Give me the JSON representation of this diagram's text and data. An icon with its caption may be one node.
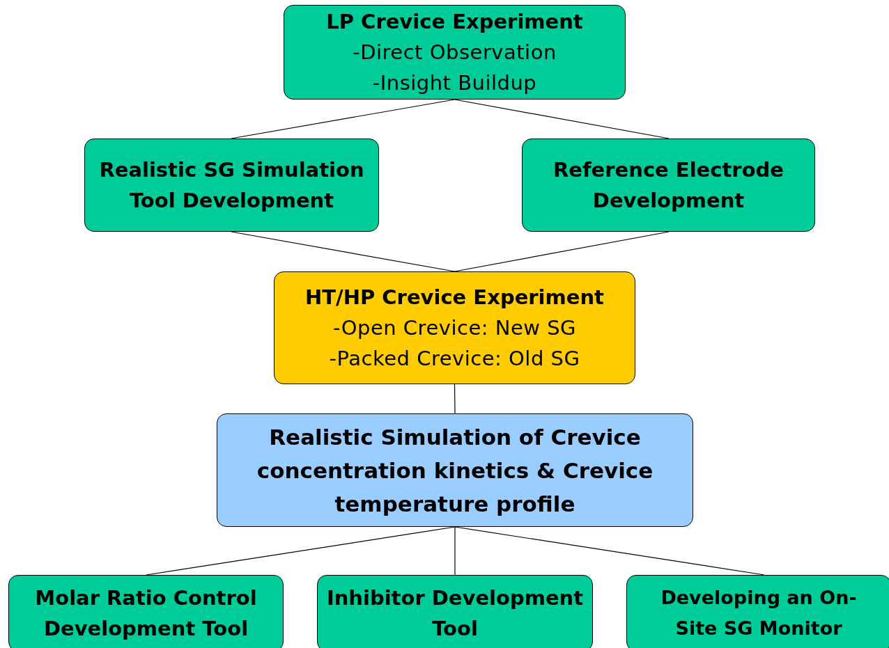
{
  "diagram": {
    "nodes": [
      {
        "text": [
          "LP Crevice Experiment",
          "-Direct Observation",
          "-Insight Buildup"
        ]
      },
      {
        "text": [
          "Realistic SG Simulation Tool Development"
        ]
      },
      {
        "text": [
          "Reference Electrode Development"
        ]
      },
      {
        "text": [
          "HT/HP Crevice Experiment",
          "-Open Crevice: New SG",
          "-Packed Crevice: Old SG"
        ]
      },
      {
        "text": [
          "Realistic Simulation of Crevice concentration kinetics & Crevice temperature profile"
        ]
      },
      {
        "text": [
          "Molar Ratio Control Development Tool"
        ]
      },
      {
        "text": [
          "Inhibitor Development Tool"
        ]
      },
      {
        "text": [
          "Developing an On-Site SG Monitor"
        ]
      }
    ],
    "edges": [
      {
        "from": 0,
        "to": 1,
        "arrow": "none"
      },
      {
        "from": 0,
        "to": 2,
        "arrow": "none"
      },
      {
        "from": 1,
        "to": 3,
        "arrow": "none"
      },
      {
        "from": 2,
        "to": 3,
        "arrow": "none"
      },
      {
        "from": 3,
        "to": 4,
        "arrow": "none"
      },
      {
        "from": 4,
        "to": 5,
        "arrow": "none"
      },
      {
        "from": 4,
        "to": 6,
        "arrow": "none"
      },
      {
        "from": 4,
        "to": 7,
        "arrow": "none"
      }
    ]
  }
}
